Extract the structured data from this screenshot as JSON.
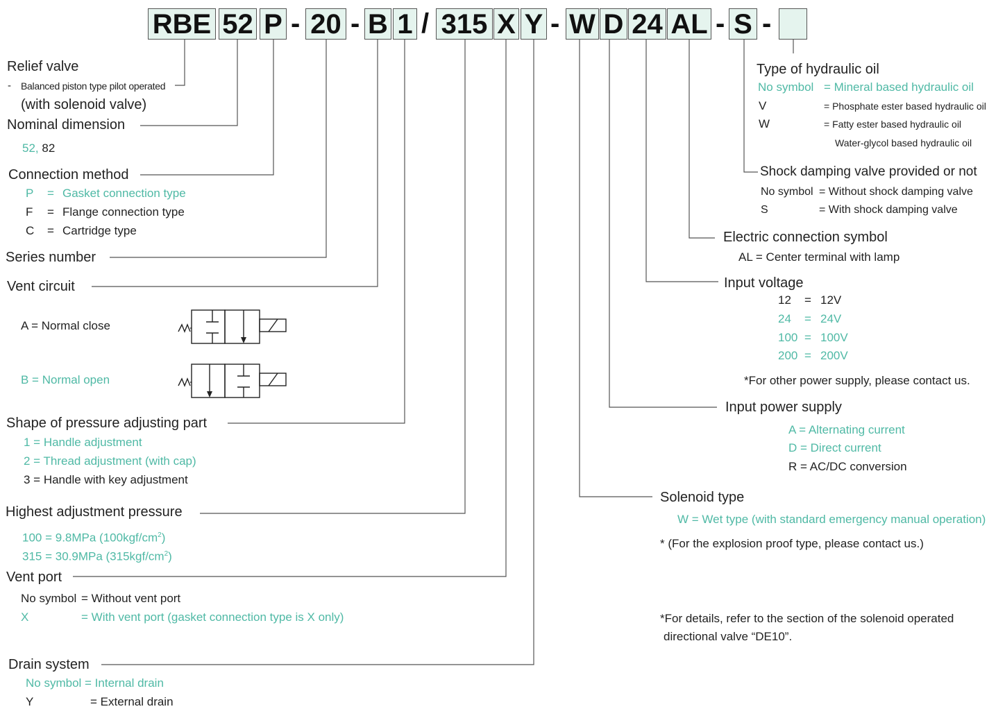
{
  "code": {
    "boxes": [
      "RBE",
      "52",
      "P",
      "20",
      "B",
      "1",
      "315",
      "X",
      "Y",
      "W",
      "D",
      "24",
      "AL",
      "S",
      ""
    ],
    "dashes": [
      "-",
      "-",
      "-",
      "-",
      "-",
      "-"
    ],
    "slash": "/"
  },
  "relief": {
    "title": "Relief valve",
    "dash": "-",
    "line1": "Balanced piston type pilot operated",
    "line2": "(with solenoid valve)"
  },
  "nominal": {
    "title": "Nominal dimension",
    "v1": "52,",
    "v2": "82"
  },
  "connection": {
    "title": "Connection method",
    "items": [
      {
        "sym": "P",
        "eq": "=",
        "desc": "Gasket connection type"
      },
      {
        "sym": "F",
        "eq": "=",
        "desc": "Flange connection type"
      },
      {
        "sym": "C",
        "eq": "=",
        "desc": "Cartridge type"
      }
    ]
  },
  "series": {
    "title": "Series number"
  },
  "vent_circuit": {
    "title": "Vent circuit",
    "a": "A = Normal close",
    "b": "B = Normal open"
  },
  "shape": {
    "title": "Shape of pressure adjusting part",
    "items": [
      "1 = Handle adjustment",
      "2 = Thread adjustment (with cap)",
      "3 = Handle with key adjustment"
    ]
  },
  "highest": {
    "title": "Highest adjustment pressure",
    "items": [
      {
        "main": "100 = 9.8MPa (100kgf/cm",
        "sup": "2",
        "tail": ")"
      },
      {
        "main": "315 = 30.9MPa (315kgf/cm",
        "sup": "2",
        "tail": ")"
      }
    ]
  },
  "vent_port": {
    "title": "Vent port",
    "i1_sym": "No symbol",
    "i1_desc": "= Without vent port",
    "i2_sym": "X",
    "i2_desc": "= With vent port (gasket connection type is X only)"
  },
  "drain": {
    "title": "Drain system",
    "i1": "No symbol = Internal drain",
    "i2_sym": "Y",
    "i2_desc": "= External drain"
  },
  "oil": {
    "title": "Type of hydraulic oil",
    "i1_sym": "No symbol",
    "i1_desc": "= Mineral based hydraulic oil",
    "i2_sym": "V",
    "i2_desc": "= Phosphate ester based hydraulic oil",
    "i3_sym": "W",
    "i3_desc": "= Fatty ester based hydraulic oil",
    "i3_desc2": "Water-glycol based hydraulic oil"
  },
  "shock": {
    "title": "Shock damping valve provided or not",
    "i1_sym": "No symbol",
    "i1_desc": "= Without shock damping valve",
    "i2_sym": "S",
    "i2_desc": "= With shock damping valve"
  },
  "electric": {
    "title": "Electric connection symbol",
    "item": "AL =  Center terminal with lamp"
  },
  "voltage": {
    "title": "Input voltage",
    "items": [
      {
        "a": "12",
        "eq": "=",
        "b": "12V"
      },
      {
        "a": "24",
        "eq": "=",
        "b": "24V"
      },
      {
        "a": "100",
        "eq": "=",
        "b": "100V"
      },
      {
        "a": "200",
        "eq": "=",
        "b": "200V"
      }
    ],
    "note": "*For other power supply, please contact us."
  },
  "power": {
    "title": "Input power supply",
    "items": [
      "A = Alternating current",
      "D = Direct current",
      "R = AC/DC conversion"
    ]
  },
  "solenoid": {
    "title": "Solenoid type",
    "item": "W = Wet type (with standard emergency manual operation)",
    "note": "* (For the explosion proof type, please contact us.)"
  },
  "details": {
    "line1": "*For details, refer to the section of the solenoid operated",
    "line2": "directional valve “DE10”."
  }
}
